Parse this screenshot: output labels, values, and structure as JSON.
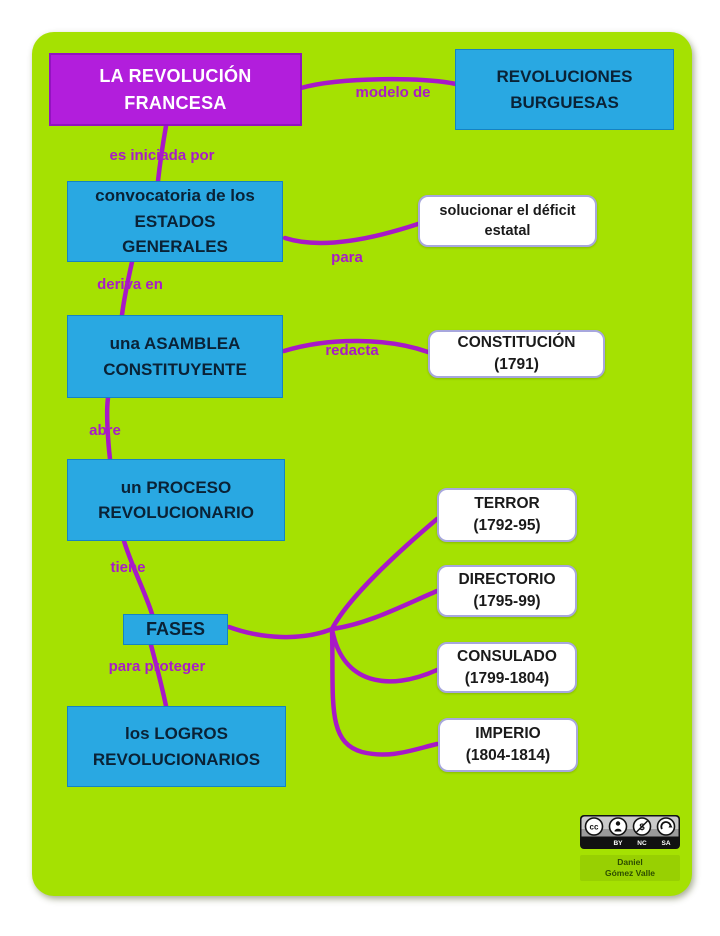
{
  "diagram": {
    "topic": "concept map of the French Revolution",
    "nodes": {
      "title": {
        "line1": "LA REVOLUCIÓN",
        "line2": "FRANCESA"
      },
      "burguesas": {
        "line1": "REVOLUCIONES",
        "line2": "BURGUESAS"
      },
      "estados": {
        "line1": "convocatoria de los",
        "line2": "ESTADOS",
        "line3": "GENERALES"
      },
      "deficit": {
        "line1": "solucionar el déficit",
        "line2": "estatal"
      },
      "asamblea": {
        "line1": "una ASAMBLEA",
        "line2": "CONSTITUYENTE"
      },
      "constitucion": {
        "line1": "CONSTITUCIÓN",
        "line2": "(1791)"
      },
      "proceso": {
        "line1": "un PROCESO",
        "line2": "REVOLUCIONARIO"
      },
      "fases": {
        "label": "FASES"
      },
      "logros": {
        "line1": "los LOGROS",
        "line2": "REVOLUCIONARIOS"
      },
      "terror": {
        "line1": "TERROR",
        "line2": "(1792-95)"
      },
      "directorio": {
        "line1": "DIRECTORIO",
        "line2": "(1795-99)"
      },
      "consulado": {
        "line1": "CONSULADO",
        "line2": "(1799-1804)"
      },
      "imperio": {
        "line1": "IMPERIO",
        "line2": "(1804-1814)"
      }
    },
    "edges": [
      {
        "from": "la-revolucion-francesa",
        "to": "revoluciones-burguesas",
        "label": "modelo de"
      },
      {
        "from": "la-revolucion-francesa",
        "to": "estados-generales",
        "label": "es iniciada por"
      },
      {
        "from": "estados-generales",
        "to": "deficit-estatal",
        "label": "para"
      },
      {
        "from": "estados-generales",
        "to": "asamblea-constituyente",
        "label": "deriva en"
      },
      {
        "from": "asamblea-constituyente",
        "to": "constitucion-1791",
        "label": "redacta"
      },
      {
        "from": "asamblea-constituyente",
        "to": "proceso-revolucionario",
        "label": "abre"
      },
      {
        "from": "proceso-revolucionario",
        "to": "fases",
        "label": "tiene"
      },
      {
        "from": "fases",
        "to": "logros-revolucionarios",
        "label": "para proteger"
      },
      {
        "from": "fases",
        "to": "terror | directorio | consulado | imperio",
        "label": ""
      }
    ]
  },
  "license": {
    "cc": "CC",
    "by": "BY",
    "nc": "NC",
    "sa": "SA",
    "author_line1": "Daniel",
    "author_line2": "Gómez Valle"
  },
  "colors": {
    "panel_green": "#a5e102",
    "node_blue": "#29a8e2",
    "title_purple": "#b21edc",
    "connector_purple": "#a818c8",
    "white_box_border": "#a7a7dd"
  }
}
